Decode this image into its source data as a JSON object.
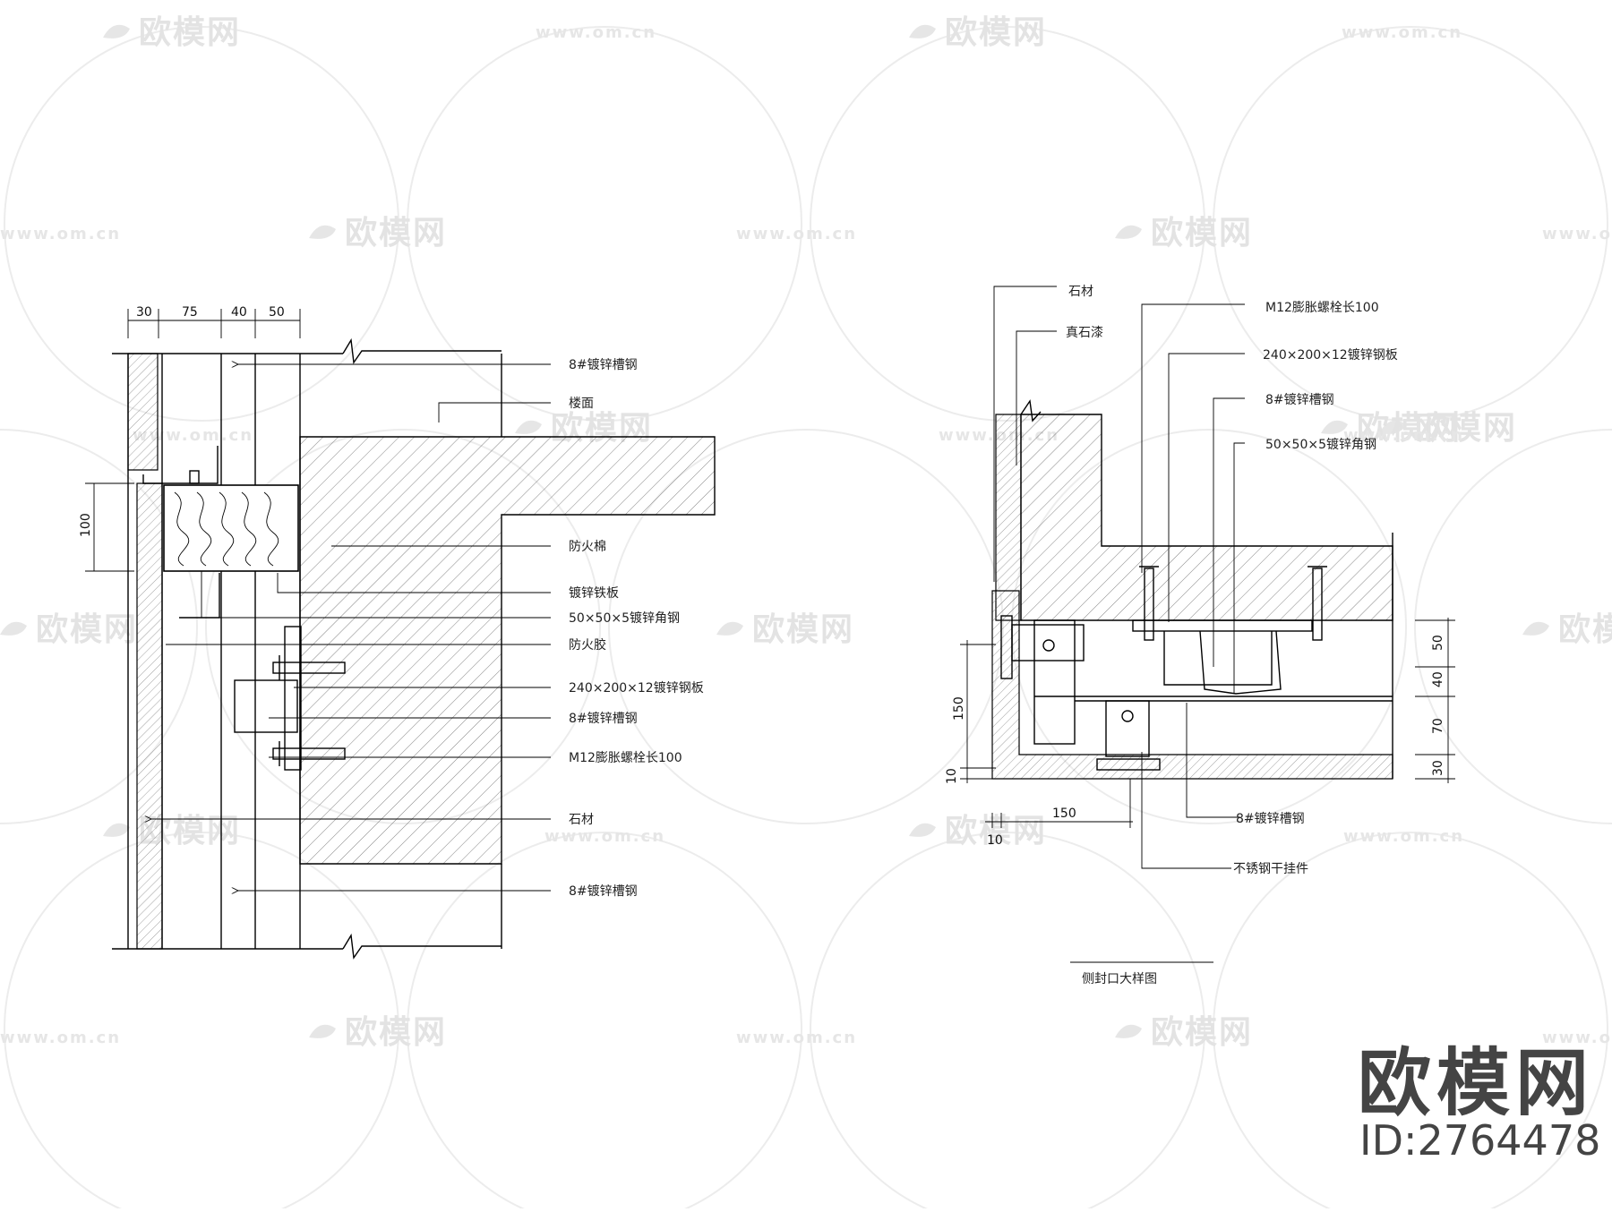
{
  "watermark": {
    "logo_text": "欧模网",
    "url_text": "www.om.cn"
  },
  "brand": {
    "name": "欧模网",
    "id": "ID:2764478"
  },
  "left_detail": {
    "dims_top": [
      "30",
      "75",
      "40",
      "50"
    ],
    "dim_side": "100",
    "labels": [
      "8#镀锌槽钢",
      "楼面",
      "防火棉",
      "镀锌铁板",
      "50×50×5镀锌角钢",
      "防火胶",
      "240×200×12镀锌钢板",
      "8#镀锌槽钢",
      "M12膨胀螺栓长100",
      "石材",
      "8#镀锌槽钢"
    ]
  },
  "right_detail": {
    "title": "侧封口大样图",
    "labels": [
      "石材",
      "真石漆",
      "M12膨胀螺栓长100",
      "240×200×12镀锌钢板",
      "8#镀锌槽钢",
      "50×50×5镀锌角钢",
      "8#镀锌槽钢",
      "不锈钢干挂件"
    ],
    "dims_right": [
      "50",
      "40",
      "70",
      "30"
    ],
    "dims_left": [
      "150",
      "10"
    ],
    "dims_bottom": [
      "150",
      "10"
    ]
  }
}
